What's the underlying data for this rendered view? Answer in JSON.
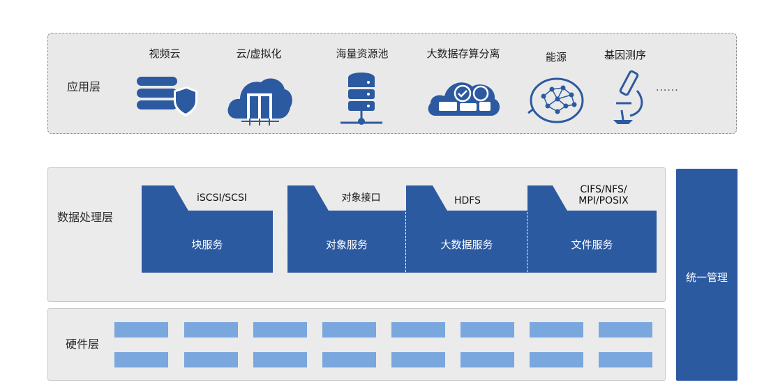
{
  "application_layer": {
    "label": "应用层",
    "apps": [
      {
        "name": "视频云",
        "icon": "database-shield-icon"
      },
      {
        "name": "云/虚拟化",
        "icon": "cloud-server-icon"
      },
      {
        "name": "海量资源池",
        "icon": "storage-stack-icon"
      },
      {
        "name": "大数据存算分离",
        "icon": "cloud-data-icon"
      },
      {
        "name": "能源",
        "icon": "brain-network-icon"
      },
      {
        "name": "基因测序",
        "icon": "microscope-icon"
      }
    ],
    "ellipsis": "......"
  },
  "data_processing_layer": {
    "label": "数据处理层",
    "services": [
      {
        "protocol": "iSCSI/SCSI",
        "name": "块服务"
      },
      {
        "protocol": "对象接口",
        "name": "对象服务"
      },
      {
        "protocol": "HDFS",
        "name": "大数据服务"
      },
      {
        "protocol": "CIFS/NFS/\nMPI/POSIX",
        "name": "文件服务"
      }
    ]
  },
  "hardware_layer": {
    "label": "硬件层"
  },
  "management": {
    "label": "统一管理"
  },
  "colors": {
    "primary_blue": "#2c5aa0",
    "hardware_blue": "#7aa7dd",
    "panel_gray": "#ebebeb"
  }
}
